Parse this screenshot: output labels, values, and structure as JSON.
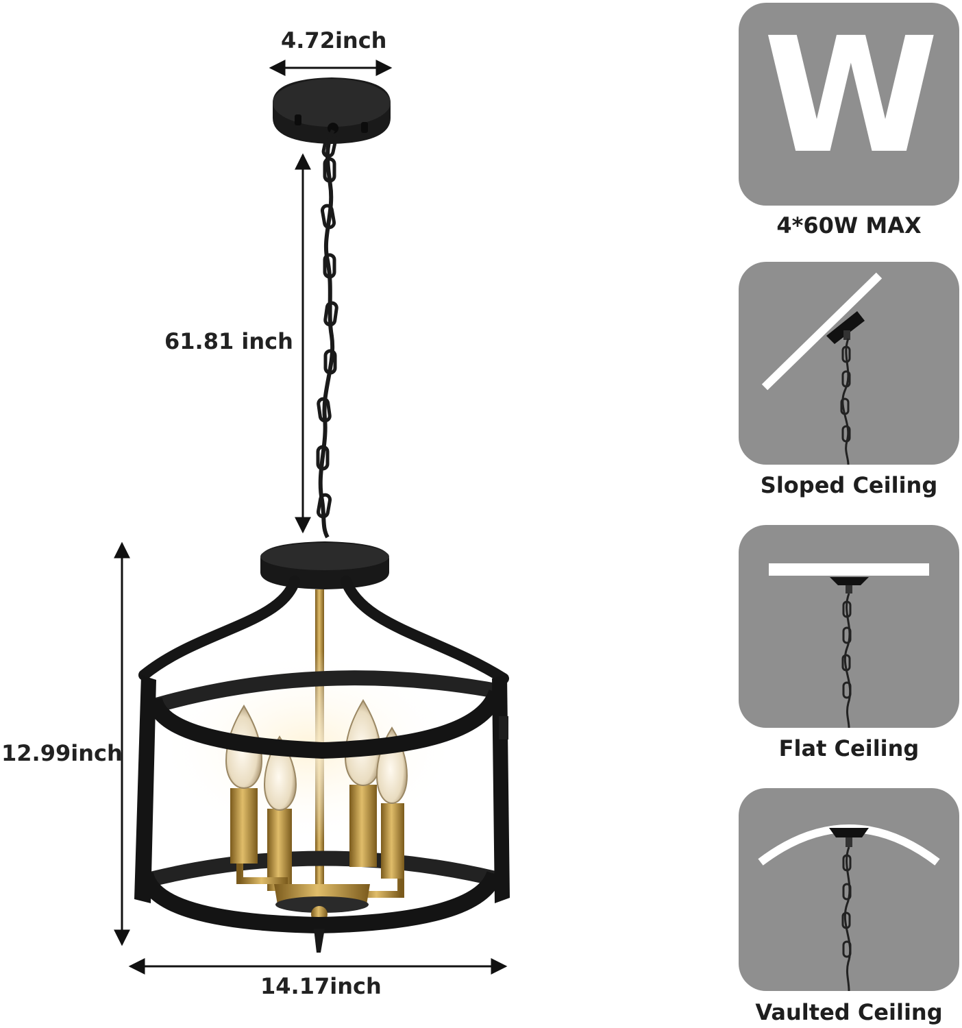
{
  "dimensions": {
    "canopy_width": "4.72inch",
    "chain_length": "61.81 inch",
    "height": "12.99inch",
    "width": "14.17inch"
  },
  "wattage": {
    "symbol": "W",
    "label": "4*60W MAX"
  },
  "mounting_options": [
    {
      "label": "Sloped Ceiling",
      "icon": "sloped-ceiling-icon"
    },
    {
      "label": "Flat Ceiling",
      "icon": "flat-ceiling-icon"
    },
    {
      "label": "Vaulted Ceiling",
      "icon": "vaulted-ceiling-icon"
    }
  ],
  "colors": {
    "panel": "#8f8f8f",
    "fixture": "#151515",
    "brass": "#b8913a"
  }
}
